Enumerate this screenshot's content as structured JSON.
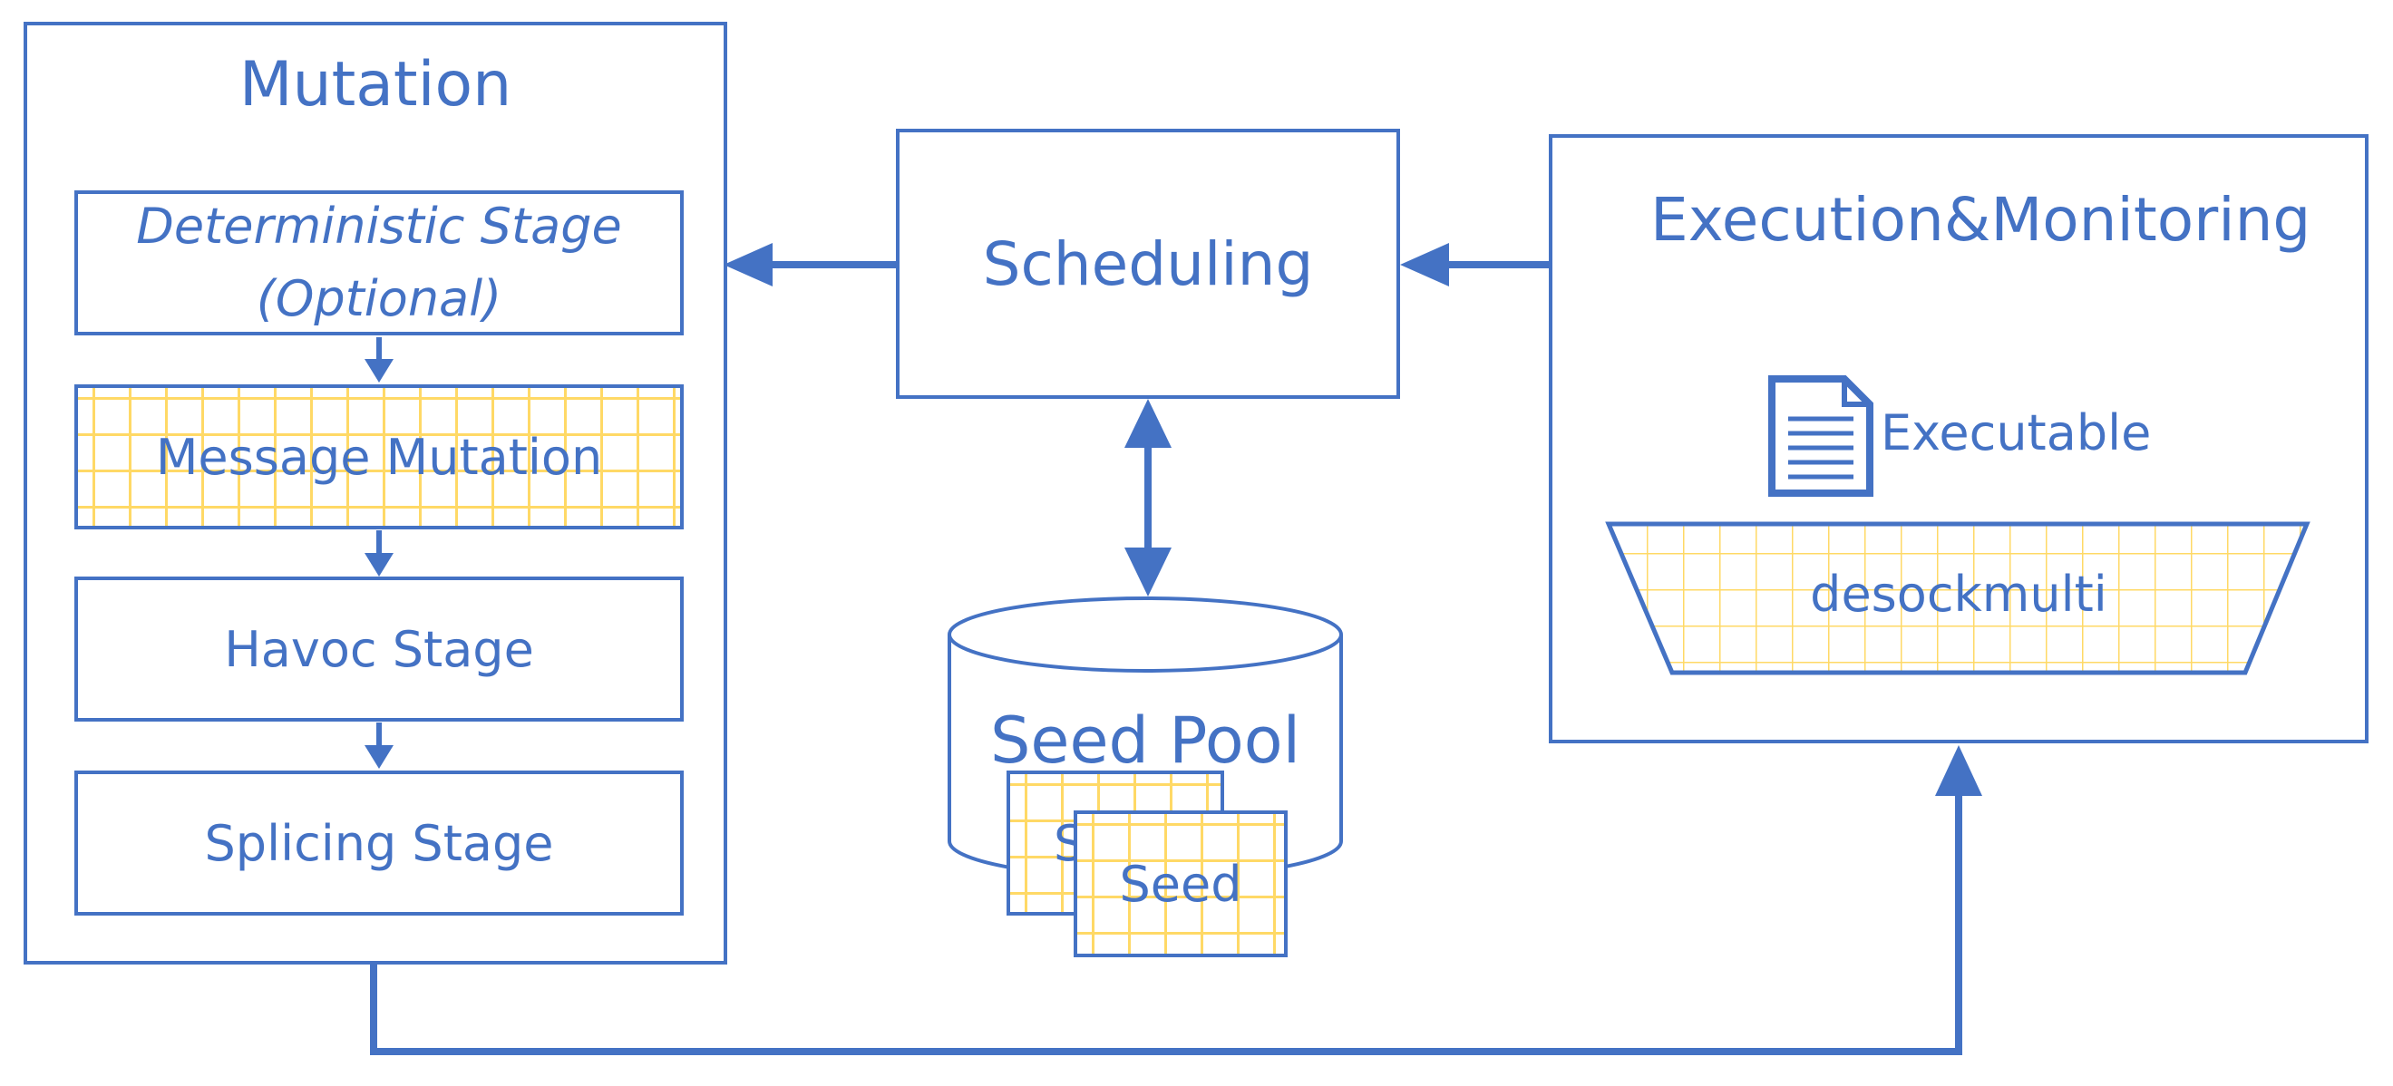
{
  "mutation": {
    "title": "Mutation",
    "stages": {
      "deterministic_line1": "Deterministic Stage",
      "deterministic_line2": "(Optional)",
      "message_mutation": "Message Mutation",
      "havoc": "Havoc Stage",
      "splicing": "Splicing Stage"
    }
  },
  "scheduling": {
    "label": "Scheduling"
  },
  "seed_pool": {
    "label": "Seed Pool",
    "back_card_label": "Seed",
    "front_card_label": "Seed"
  },
  "execution": {
    "title": "Execution&Monitoring",
    "executable_label": "Executable",
    "desock_label": "desockmulti"
  },
  "colors": {
    "stroke": "#4472C4",
    "grid": "#FFD966",
    "background": "#FFFFFF"
  }
}
